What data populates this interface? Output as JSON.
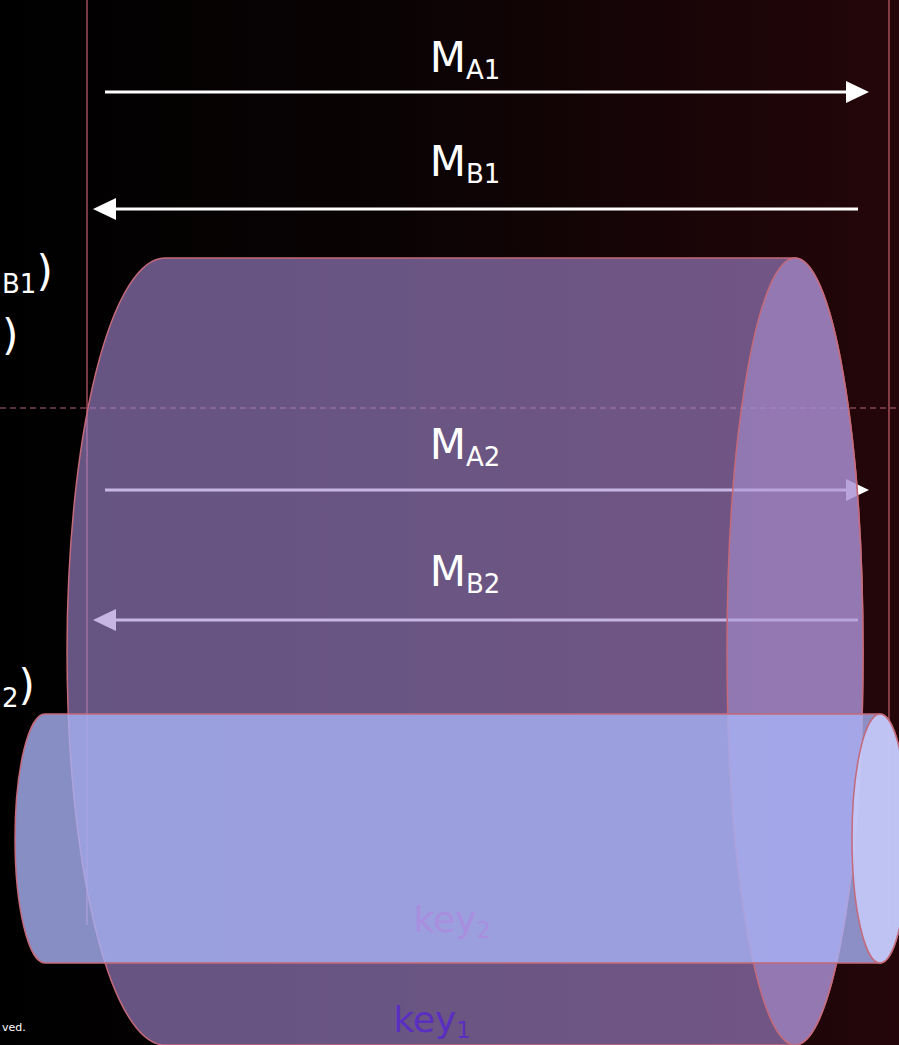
{
  "diagram": {
    "nodes": [
      {
        "text": [
          "key1"
        ]
      },
      {
        "text": [
          "key2"
        ]
      }
    ],
    "labels": [
      "MA1",
      "MB1",
      "B1)",
      ")",
      "MA2",
      "MB2",
      "2)",
      "ved."
    ]
  }
}
